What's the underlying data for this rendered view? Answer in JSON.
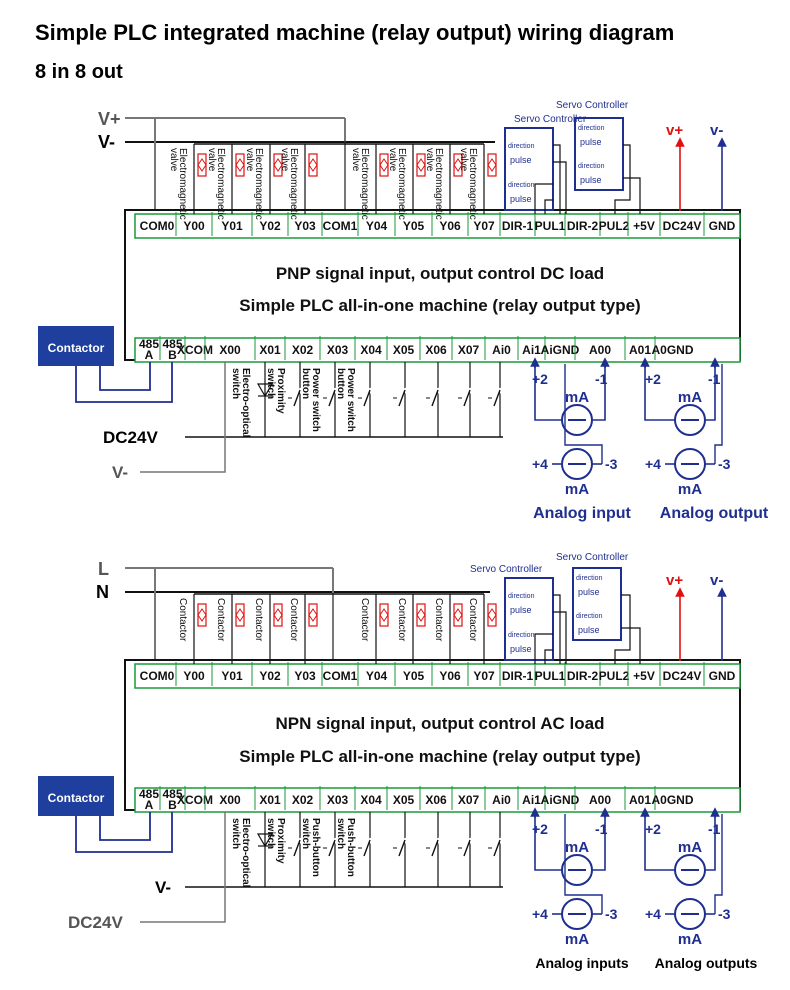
{
  "title": "Simple PLC integrated machine (relay output) wiring diagram",
  "subtitle": "8 in 8 out",
  "colors": {
    "blue": "#1f2f8f",
    "red": "#e01010",
    "green": "#1a9a3a",
    "box": "#1f3f9f"
  },
  "top_diagram": {
    "supply_pos": "V+",
    "supply_neg": "V-",
    "outputs_terminals": [
      "COM0",
      "Y00",
      "Y01",
      "Y02",
      "Y03",
      "COM1",
      "Y04",
      "Y05",
      "Y06",
      "Y07",
      "DIR-1",
      "PUL1",
      "DIR-2",
      "PUL2",
      "+5V",
      "DC24V",
      "GND"
    ],
    "load_label": "Electromagnetic valve",
    "servo_label": "Servo Controller",
    "servo_pins": [
      "direction",
      "pulse",
      "direction",
      "pulse"
    ],
    "vplus": "v+",
    "vminus": "v-",
    "line1": "PNP signal input, output control DC load",
    "line2": "Simple PLC all-in-one machine (relay output type)",
    "input_terminals": [
      "485 A",
      "485 B",
      "XCOM",
      "X00",
      "X01",
      "X02",
      "X03",
      "X04",
      "X05",
      "X06",
      "X07",
      "Ai0",
      "Ai1",
      "AiGND",
      "A00",
      "A01",
      "A0GND"
    ],
    "contactor": "Contactor",
    "switches": [
      "Electro-optical switch",
      "Proximity switch",
      "Power switch button",
      "Power switch button"
    ],
    "dc24v": "DC24V",
    "vneg_in": "V-",
    "analog_in": "Analog input",
    "analog_out": "Analog output",
    "ma": "mA",
    "ports": [
      "+2",
      "-1",
      "+4",
      "-3"
    ]
  },
  "bottom_diagram": {
    "supply_pos": "L",
    "supply_neg": "N",
    "outputs_terminals": [
      "COM0",
      "Y00",
      "Y01",
      "Y02",
      "Y03",
      "COM1",
      "Y04",
      "Y05",
      "Y06",
      "Y07",
      "DIR-1",
      "PUL1",
      "DIR-2",
      "PUL2",
      "+5V",
      "DC24V",
      "GND"
    ],
    "load_label": "Contactor",
    "servo_label": "Servo Controller",
    "vplus": "v+",
    "vminus": "v-",
    "line1": "NPN signal input, output control AC load",
    "line2": "Simple PLC all-in-one machine (relay output type)",
    "input_terminals": [
      "485 A",
      "485 B",
      "XCOM",
      "X00",
      "X01",
      "X02",
      "X03",
      "X04",
      "X05",
      "X06",
      "X07",
      "Ai0",
      "Ai1",
      "AiGND",
      "A00",
      "A01",
      "A0GND"
    ],
    "contactor": "Contactor",
    "switches": [
      "Electro-optical switch",
      "Proximity switch",
      "Push-button switch",
      "Push-button switch"
    ],
    "vneg_in": "V-",
    "dc24v": "DC24V",
    "analog_in": "Analog inputs",
    "analog_out": "Analog outputs",
    "ma": "mA",
    "ports": [
      "+2",
      "-1",
      "+4",
      "-3"
    ]
  }
}
